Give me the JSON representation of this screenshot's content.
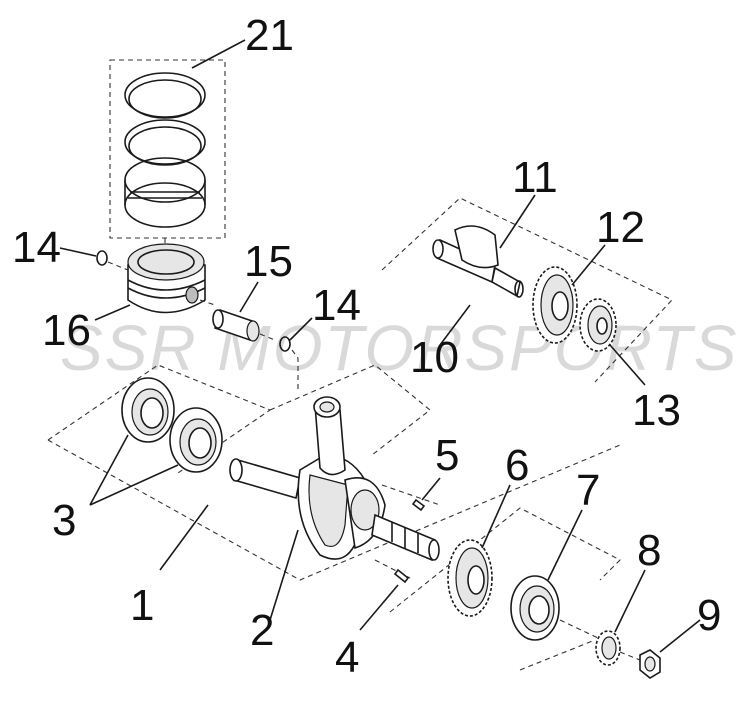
{
  "watermark": "SSR MOTORSPORTS",
  "labels": {
    "l1": "1",
    "l2": "2",
    "l3": "3",
    "l4": "4",
    "l5": "5",
    "l6": "6",
    "l7": "7",
    "l8": "8",
    "l9": "9",
    "l10": "10",
    "l11": "11",
    "l12": "12",
    "l13": "13",
    "l14a": "14",
    "l14b": "14",
    "l15": "15",
    "l16": "16",
    "l21": "21"
  }
}
